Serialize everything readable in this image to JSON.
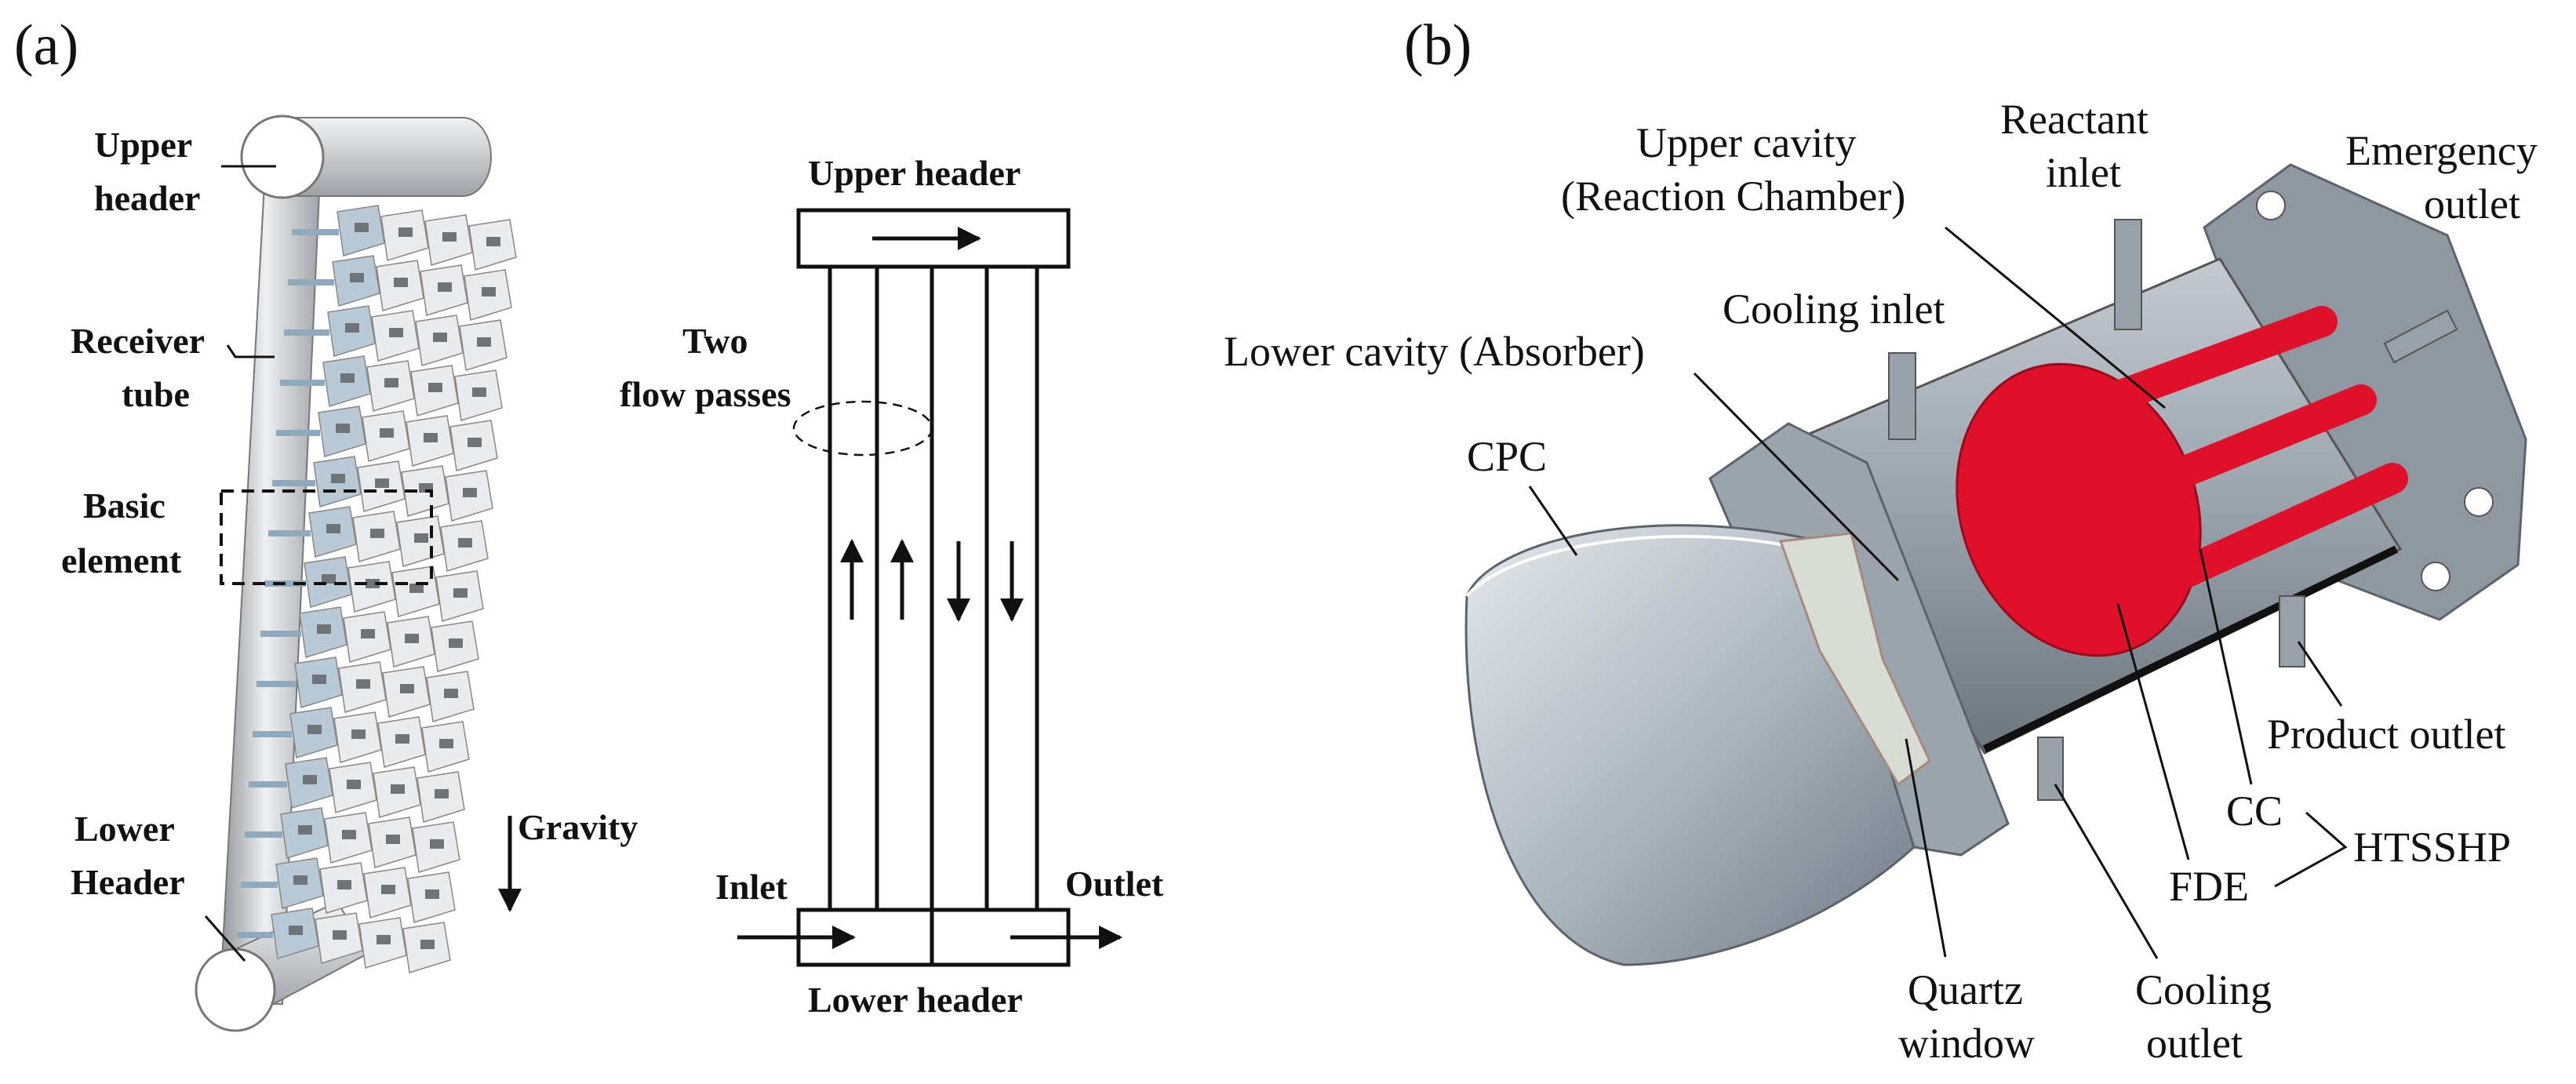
{
  "panel_a": {
    "letter": "(a)",
    "render_labels": {
      "upper_header": [
        "Upper",
        "header"
      ],
      "receiver_tube": [
        "Receiver",
        "tube"
      ],
      "basic_element": [
        "Basic",
        "element"
      ],
      "lower_header": [
        "Lower",
        "Header"
      ],
      "gravity": "Gravity"
    },
    "schematic": {
      "upper_header": "Upper header",
      "two_flow_passes": [
        "Two",
        "flow passes"
      ],
      "inlet": "Inlet",
      "outlet": "Outlet",
      "lower_header": "Lower header"
    }
  },
  "panel_b": {
    "letter": "(b)",
    "labels": {
      "upper_cavity": [
        "Upper cavity",
        "(Reaction Chamber)"
      ],
      "reactant_inlet": [
        "Reactant",
        "inlet"
      ],
      "emergency_outlet": [
        "Emergency",
        "outlet"
      ],
      "cooling_inlet": "Cooling inlet",
      "lower_cavity": "Lower cavity (Absorber)",
      "cpc": "CPC",
      "product_outlet": "Product outlet",
      "cc": "CC",
      "fde": "FDE",
      "htsshp": "HTSSHP",
      "quartz_window": [
        "Quartz",
        "window"
      ],
      "cooling_outlet": [
        "Cooling",
        "outlet"
      ]
    }
  },
  "colors": {
    "reactor_gray": "#9aa2ab",
    "reactor_red": "#e0102a",
    "receiver_gray": "#c9ccd0"
  }
}
